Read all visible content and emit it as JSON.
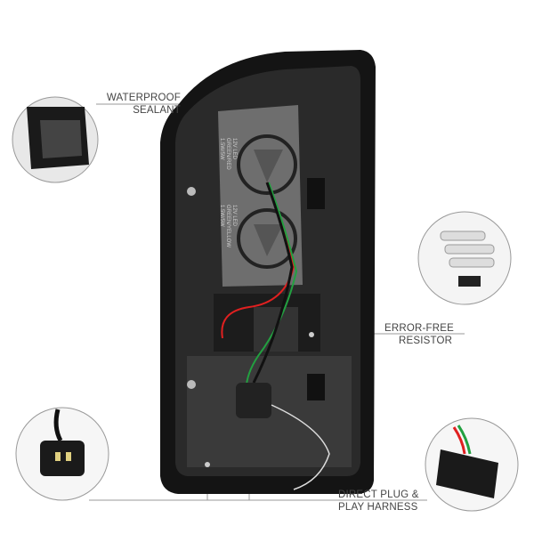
{
  "callouts": {
    "waterproof": {
      "line1": "WATERPROOF",
      "line2": "SEALANT"
    },
    "resistor": {
      "line1": "ERROR-FREE",
      "line2": "RESISTOR"
    },
    "harness": {
      "line1": "DIRECT PLUG &",
      "line2": "PLAY HARNESS"
    }
  },
  "lamp_labels": {
    "upper": [
      "12V LED",
      "GREEN/RED",
      "1.5W/5W"
    ],
    "lower": [
      "12V LED",
      "GREEN/YELLOW",
      "1.5W/5W"
    ]
  },
  "colors": {
    "housing": "#141414",
    "panel": "#6e6e6e",
    "text": "#444444",
    "wire_red": "#e02020",
    "wire_green": "#22a040"
  }
}
